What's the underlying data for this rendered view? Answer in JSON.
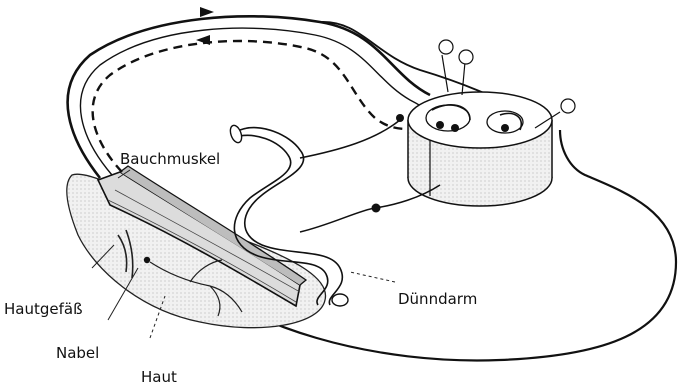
{
  "labels": {
    "bauchmuskel": "Bauchmuskel",
    "duenndarm": "Dünndarm",
    "hautgefaess": "Hautgefäß",
    "nabel": "Nabel",
    "haut": "Haut"
  }
}
